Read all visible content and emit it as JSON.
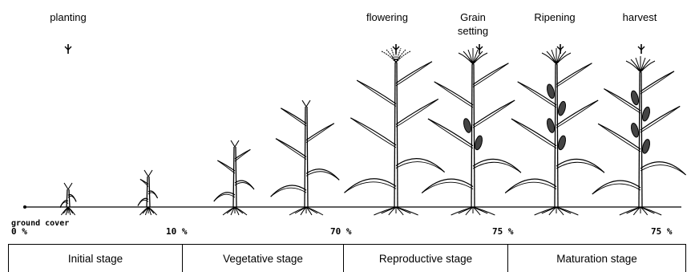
{
  "stages_top": [
    {
      "label": "planting"
    },
    {
      "label": "flowering"
    },
    {
      "label": "Grain\nsetting"
    },
    {
      "label": "Ripening"
    },
    {
      "label": "harvest"
    }
  ],
  "ground_cover": {
    "label": "ground cover",
    "values": [
      "0 %",
      "10 %",
      "70 %",
      "75 %",
      "75 %"
    ]
  },
  "phases": [
    "Initial stage",
    "Vegetative stage",
    "Reproductive stage",
    "Maturation stage"
  ]
}
